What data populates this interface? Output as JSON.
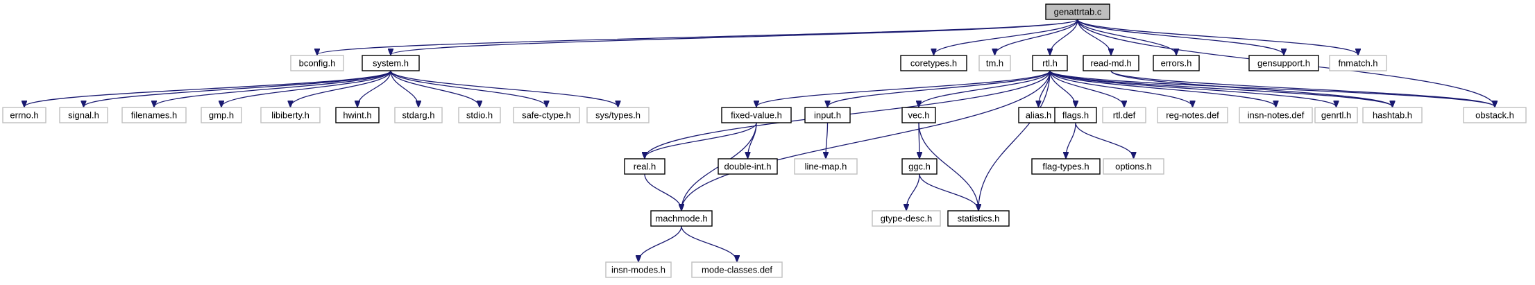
{
  "colors": {
    "edge": "#191970",
    "root_fill": "#bfbfbf",
    "documented_border": "#000000",
    "undocumented_border": "#bfbfbf"
  },
  "nodes": [
    {
      "id": "genattrtab",
      "label": "genattrtab.c",
      "kind": "root"
    },
    {
      "id": "bconfig",
      "label": "bconfig.h",
      "kind": "undocumented"
    },
    {
      "id": "system",
      "label": "system.h",
      "kind": "documented"
    },
    {
      "id": "coretypes",
      "label": "coretypes.h",
      "kind": "documented"
    },
    {
      "id": "tm",
      "label": "tm.h",
      "kind": "undocumented"
    },
    {
      "id": "rtl",
      "label": "rtl.h",
      "kind": "documented"
    },
    {
      "id": "readmd",
      "label": "read-md.h",
      "kind": "documented"
    },
    {
      "id": "errors",
      "label": "errors.h",
      "kind": "documented"
    },
    {
      "id": "gensupport",
      "label": "gensupport.h",
      "kind": "documented"
    },
    {
      "id": "fnmatch",
      "label": "fnmatch.h",
      "kind": "undocumented"
    },
    {
      "id": "errno",
      "label": "errno.h",
      "kind": "undocumented"
    },
    {
      "id": "signal",
      "label": "signal.h",
      "kind": "undocumented"
    },
    {
      "id": "filenames",
      "label": "filenames.h",
      "kind": "undocumented"
    },
    {
      "id": "gmp",
      "label": "gmp.h",
      "kind": "undocumented"
    },
    {
      "id": "libiberty",
      "label": "libiberty.h",
      "kind": "undocumented"
    },
    {
      "id": "hwint",
      "label": "hwint.h",
      "kind": "documented"
    },
    {
      "id": "stdarg",
      "label": "stdarg.h",
      "kind": "undocumented"
    },
    {
      "id": "stdio",
      "label": "stdio.h",
      "kind": "undocumented"
    },
    {
      "id": "safectype",
      "label": "safe-ctype.h",
      "kind": "undocumented"
    },
    {
      "id": "systypes",
      "label": "sys/types.h",
      "kind": "undocumented"
    },
    {
      "id": "fixedvalue",
      "label": "fixed-value.h",
      "kind": "documented"
    },
    {
      "id": "input",
      "label": "input.h",
      "kind": "documented"
    },
    {
      "id": "vec",
      "label": "vec.h",
      "kind": "documented"
    },
    {
      "id": "alias",
      "label": "alias.h",
      "kind": "documented"
    },
    {
      "id": "flags",
      "label": "flags.h",
      "kind": "documented"
    },
    {
      "id": "rtldef",
      "label": "rtl.def",
      "kind": "undocumented"
    },
    {
      "id": "regnotes",
      "label": "reg-notes.def",
      "kind": "undocumented"
    },
    {
      "id": "insnnotes",
      "label": "insn-notes.def",
      "kind": "undocumented"
    },
    {
      "id": "genrtl",
      "label": "genrtl.h",
      "kind": "undocumented"
    },
    {
      "id": "hashtab",
      "label": "hashtab.h",
      "kind": "undocumented"
    },
    {
      "id": "obstack",
      "label": "obstack.h",
      "kind": "undocumented"
    },
    {
      "id": "real",
      "label": "real.h",
      "kind": "documented"
    },
    {
      "id": "doubleint",
      "label": "double-int.h",
      "kind": "documented"
    },
    {
      "id": "linemap",
      "label": "line-map.h",
      "kind": "undocumented"
    },
    {
      "id": "ggc",
      "label": "ggc.h",
      "kind": "documented"
    },
    {
      "id": "flagtypes",
      "label": "flag-types.h",
      "kind": "documented"
    },
    {
      "id": "options",
      "label": "options.h",
      "kind": "undocumented"
    },
    {
      "id": "machmode",
      "label": "machmode.h",
      "kind": "documented"
    },
    {
      "id": "gtypedesc",
      "label": "gtype-desc.h",
      "kind": "undocumented"
    },
    {
      "id": "statistics",
      "label": "statistics.h",
      "kind": "documented"
    },
    {
      "id": "insnmodes",
      "label": "insn-modes.h",
      "kind": "undocumented"
    },
    {
      "id": "modeclasses",
      "label": "mode-classes.def",
      "kind": "undocumented"
    }
  ],
  "edges": [
    [
      "genattrtab",
      "bconfig"
    ],
    [
      "genattrtab",
      "system"
    ],
    [
      "genattrtab",
      "coretypes"
    ],
    [
      "genattrtab",
      "tm"
    ],
    [
      "genattrtab",
      "rtl"
    ],
    [
      "genattrtab",
      "readmd"
    ],
    [
      "genattrtab",
      "errors"
    ],
    [
      "genattrtab",
      "gensupport"
    ],
    [
      "genattrtab",
      "fnmatch"
    ],
    [
      "genattrtab",
      "obstack"
    ],
    [
      "system",
      "errno"
    ],
    [
      "system",
      "signal"
    ],
    [
      "system",
      "filenames"
    ],
    [
      "system",
      "gmp"
    ],
    [
      "system",
      "libiberty"
    ],
    [
      "system",
      "hwint"
    ],
    [
      "system",
      "stdarg"
    ],
    [
      "system",
      "stdio"
    ],
    [
      "system",
      "safectype"
    ],
    [
      "system",
      "systypes"
    ],
    [
      "rtl",
      "fixedvalue"
    ],
    [
      "rtl",
      "input"
    ],
    [
      "rtl",
      "vec"
    ],
    [
      "rtl",
      "alias"
    ],
    [
      "rtl",
      "flags"
    ],
    [
      "rtl",
      "rtldef"
    ],
    [
      "rtl",
      "regnotes"
    ],
    [
      "rtl",
      "insnnotes"
    ],
    [
      "rtl",
      "genrtl"
    ],
    [
      "rtl",
      "hashtab"
    ],
    [
      "rtl",
      "obstack"
    ],
    [
      "rtl",
      "real"
    ],
    [
      "rtl",
      "machmode"
    ],
    [
      "rtl",
      "statistics"
    ],
    [
      "readmd",
      "hashtab"
    ],
    [
      "readmd",
      "obstack"
    ],
    [
      "fixedvalue",
      "real"
    ],
    [
      "fixedvalue",
      "doubleint"
    ],
    [
      "fixedvalue",
      "machmode"
    ],
    [
      "real",
      "machmode"
    ],
    [
      "input",
      "linemap"
    ],
    [
      "vec",
      "ggc"
    ],
    [
      "vec",
      "statistics"
    ],
    [
      "ggc",
      "gtypedesc"
    ],
    [
      "ggc",
      "statistics"
    ],
    [
      "flags",
      "flagtypes"
    ],
    [
      "flags",
      "options"
    ],
    [
      "machmode",
      "insnmodes"
    ],
    [
      "machmode",
      "modeclasses"
    ]
  ]
}
